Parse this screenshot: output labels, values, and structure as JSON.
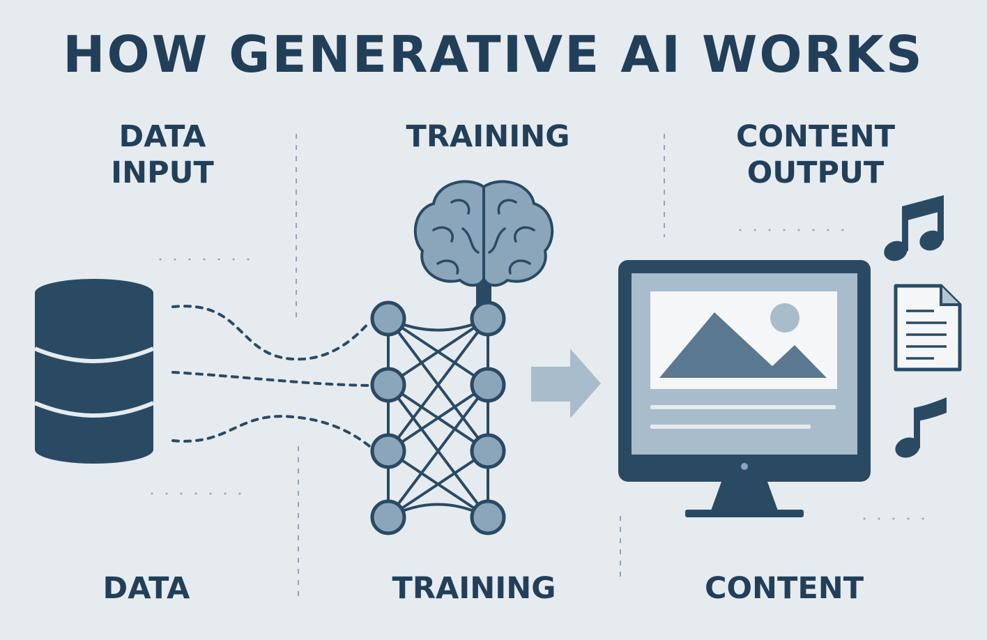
{
  "title": "HOW GENERATIVE AI WORKS",
  "columns": [
    {
      "heading_lines": [
        "DATA",
        "INPUT"
      ],
      "footer": "DATA"
    },
    {
      "heading_lines": [
        "TRAINING"
      ],
      "footer": "TRAINING"
    },
    {
      "heading_lines": [
        "CONTENT",
        "OUTPUT"
      ],
      "footer": "CONTENT"
    }
  ],
  "colors": {
    "background": "#e6ebef",
    "dark": "#2a4a64",
    "mid": "#8ba6ba",
    "light": "#b4c6d3",
    "text": "#223f5a"
  },
  "icons": [
    "database-icon",
    "brain-icon",
    "neural-network-icon",
    "arrow-right-icon",
    "monitor-icon",
    "image-icon",
    "music-note-icon",
    "document-icon"
  ]
}
